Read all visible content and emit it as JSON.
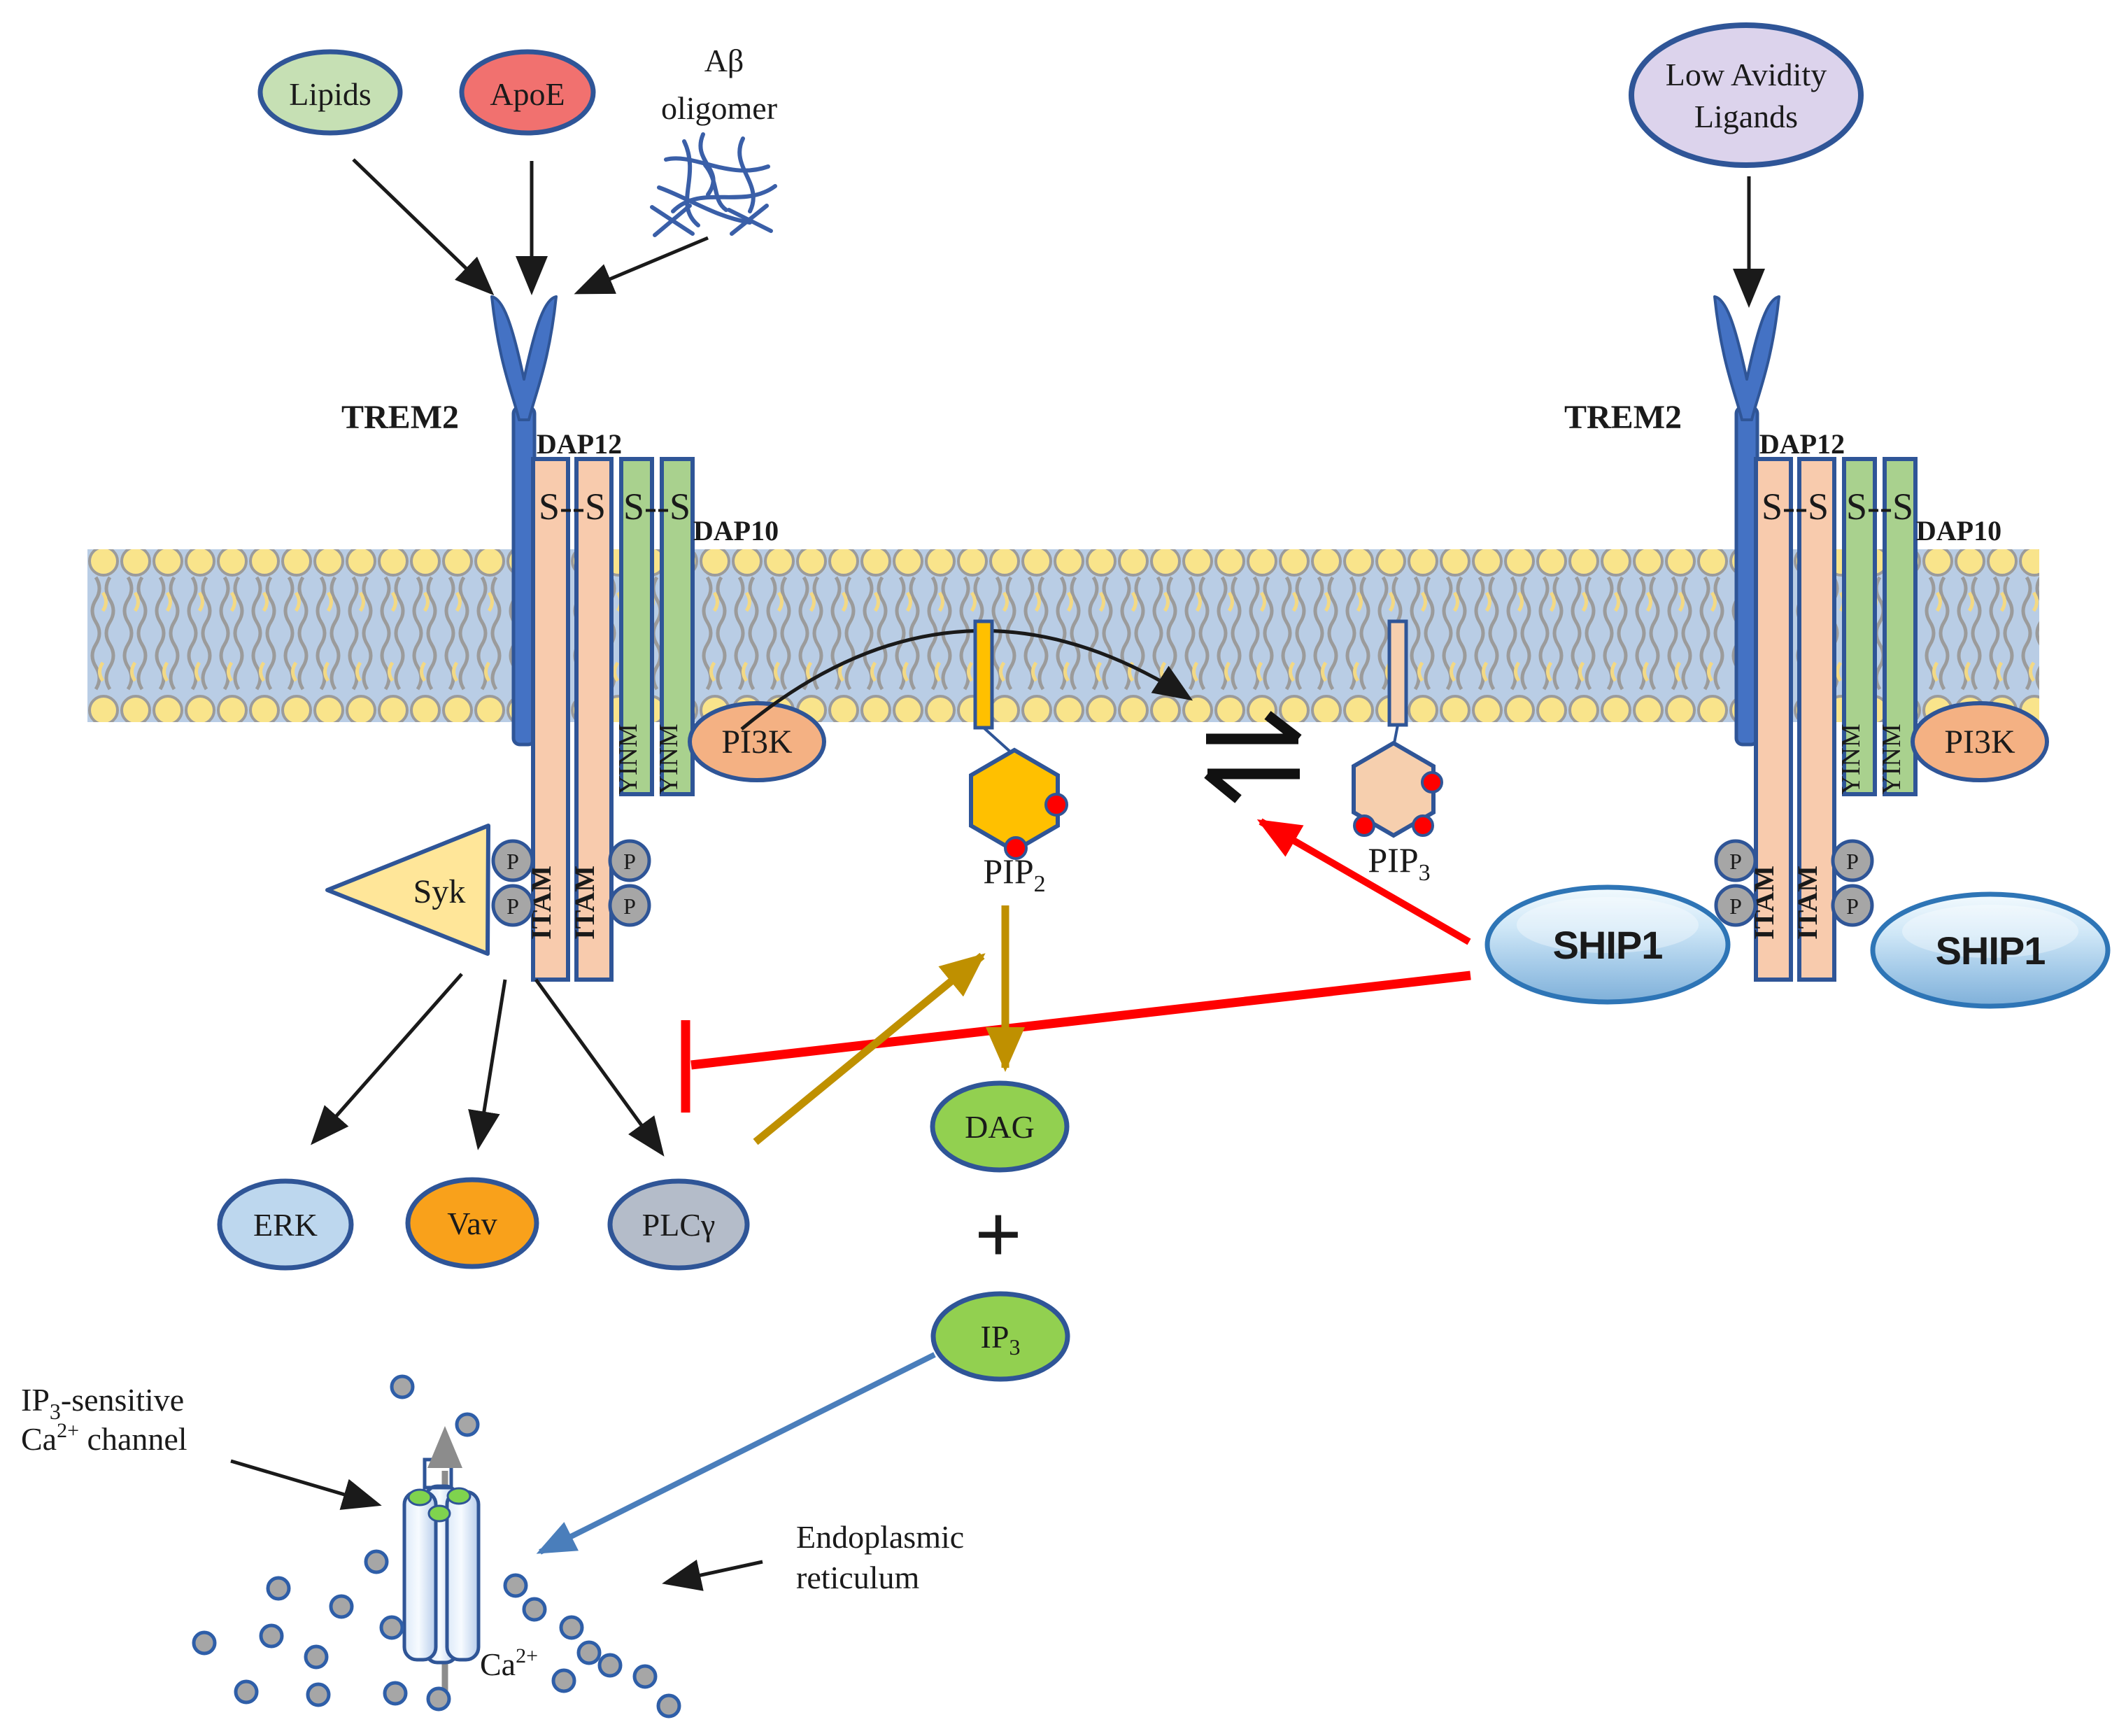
{
  "ligands": {
    "lipids": "Lipids",
    "apoe": "ApoE",
    "abeta_line1": "Aβ",
    "abeta_line2": "oligomer",
    "low_avidity_line1": "Low Avidity",
    "low_avidity_line2": "Ligands"
  },
  "receptor": {
    "trem2": "TREM2",
    "dap12": "DAP12",
    "dap10": "DAP10",
    "disulfide": "S--S",
    "yinm": "YINM",
    "itam": "ITAM",
    "phospho": "P"
  },
  "signaling": {
    "pi3k": "PI3K",
    "syk": "Syk",
    "erk": "ERK",
    "vav": "Vav",
    "plc_gamma": "PLCγ",
    "ship1": "SHIP1",
    "dag": "DAG",
    "plus": "+",
    "pip": "PIP",
    "pip2_sub": "2",
    "pip3_sub": "3",
    "ip": "IP",
    "ip3_sub": "3"
  },
  "er_region": {
    "channel_l1_base": "IP",
    "channel_l1_sub": "3",
    "channel_l1_rest": "-sensitive",
    "channel_l2_base": "Ca",
    "channel_l2_sup": "2+",
    "channel_l2_rest": " channel",
    "er_line1": "Endoplasmic",
    "er_line2": "reticulum",
    "ca_base": "Ca",
    "ca_sup": "2+"
  },
  "colors": {
    "membrane_fill": "#b9cde5",
    "lipid_head": "#f9e48b",
    "receptor_blue": "#4472c4",
    "outline_blue": "#2f5597",
    "dap12_peach": "#f8cbad",
    "dap10_green": "#a9d18e",
    "pi3k_orange": "#f4b183",
    "syk_yellow": "#ffe699",
    "erk_blue": "#bdd7ee",
    "vav_orange": "#f9a11b",
    "plcg_gray": "#b4bcc9",
    "phospho_gray": "#a6a6a6",
    "pip2_gold": "#ffc000",
    "pip3_peach": "#f6cfae",
    "dag_ip3_green": "#92d050",
    "lipids_green": "#c6e0b4",
    "apoe_red": "#f1716f",
    "low_avidity_lavender": "#dcd3ec",
    "ship1_blue": "#a8cdea",
    "inhibition_red": "#ff0000",
    "gold_arrow": "#bf9000",
    "ip3_arrow_blue": "#4a7ebb",
    "phosphate_dot_red": "#ff0000"
  }
}
